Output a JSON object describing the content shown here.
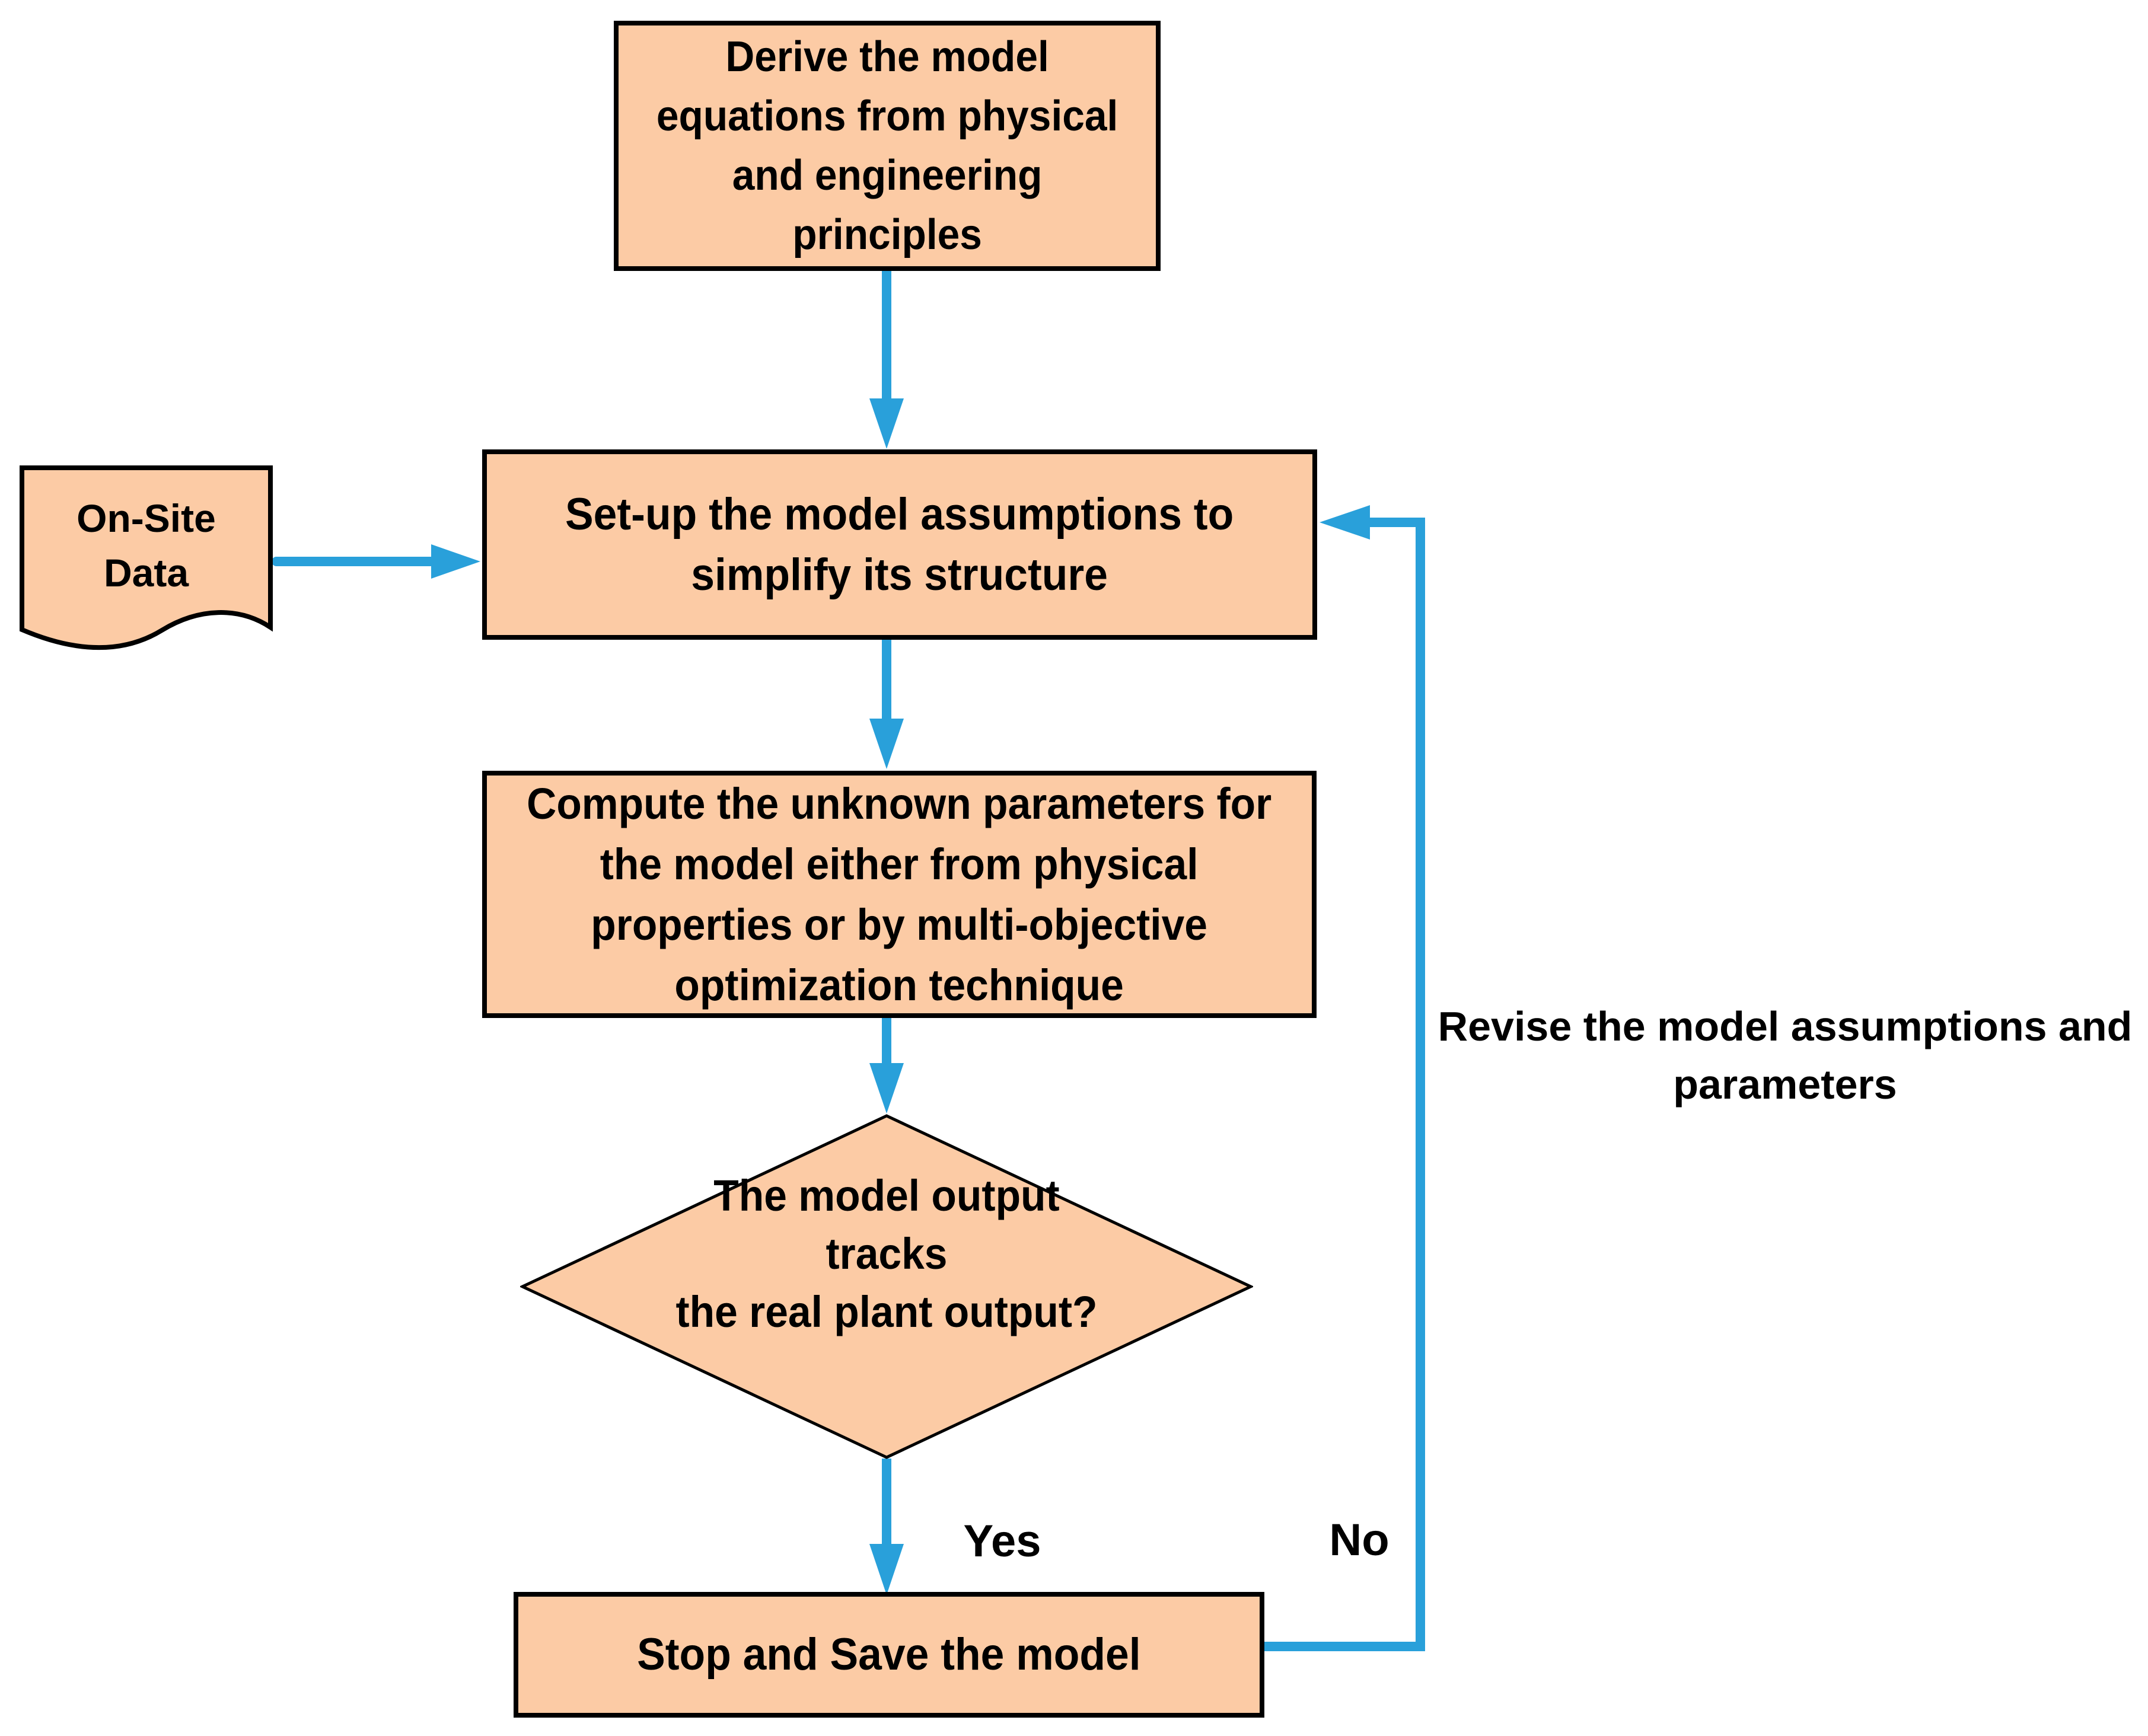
{
  "colors": {
    "background": "#ffffff",
    "accent_blue": "#29A0DA",
    "shape_fill": "#FCCBA5",
    "shape_border": "#000000",
    "text": "#000000"
  },
  "nodes": {
    "derive": {
      "label": "Derive the model\nequations from physical\nand engineering\nprinciples"
    },
    "onsite": {
      "label": "On-Site\nData"
    },
    "setup": {
      "label": "Set-up the model assumptions to\nsimplify its structure"
    },
    "compute": {
      "label": "Compute the unknown parameters for\nthe model either from physical\nproperties or by multi-objective\noptimization technique"
    },
    "decision": {
      "label": "The model output\ntracks\nthe real plant output?"
    },
    "stop": {
      "label": "Stop and Save the model"
    }
  },
  "labels": {
    "yes": "Yes",
    "no": "No",
    "revise": "Revise the model assumptions and\nparameters"
  }
}
